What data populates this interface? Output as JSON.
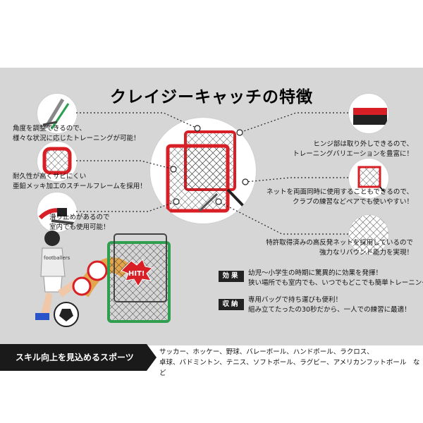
{
  "title": "クレイジーキャッチの特徴",
  "features_left": [
    {
      "lines": [
        "角度を調整できるので、",
        "様々な状況に応じたトレーニングが可能！"
      ]
    },
    {
      "lines": [
        "耐久性が高くサビにくい",
        "亜鉛メッキ加工のスチールフレームを採用！"
      ]
    },
    {
      "lines": [
        "滑り止めがあるので",
        "室内でも使用可能！"
      ]
    }
  ],
  "features_right": [
    {
      "lines": [
        "ヒンジ部は取り外しできるので、",
        "トレーニングバリエーションを豊富に！"
      ]
    },
    {
      "lines": [
        "ネットを両面同時に使用することもできるので、",
        "クラブの練習などペアでも使いやすい！"
      ]
    },
    {
      "lines": [
        "特許取得済みの高反発ネットを採用しているので",
        "強力なリバウンド能力を実現！"
      ]
    }
  ],
  "hit_label": "HIT!",
  "shirt_text": "footballers",
  "effect": {
    "badge": "効果",
    "lines": [
      "幼児〜小学生の時期に驚異的に効果を発揮！",
      "狭い場所でも室内でも、いつでもどこでも簡単トレーニング！"
    ]
  },
  "storage": {
    "badge": "収納",
    "lines": [
      "専用バッグで持ち運びも便利！",
      "組み立てたったの30秒だから、一人での練習に最適！"
    ]
  },
  "bottom": {
    "label": "スキル向上を見込めるスポーツ",
    "sports_lines": [
      "サッカー、ホッケー、野球、バレーボール、ハンドボール、ラクロス、",
      "卓球、バドミントン、テニス、ソフトボール、ラグビー、アメリカンフットボール　など"
    ]
  },
  "colors": {
    "frame_red": "#d81f26",
    "frame_green": "#2e9e4f",
    "band": "#d6d6d6",
    "bar": "#1a1a1a"
  }
}
